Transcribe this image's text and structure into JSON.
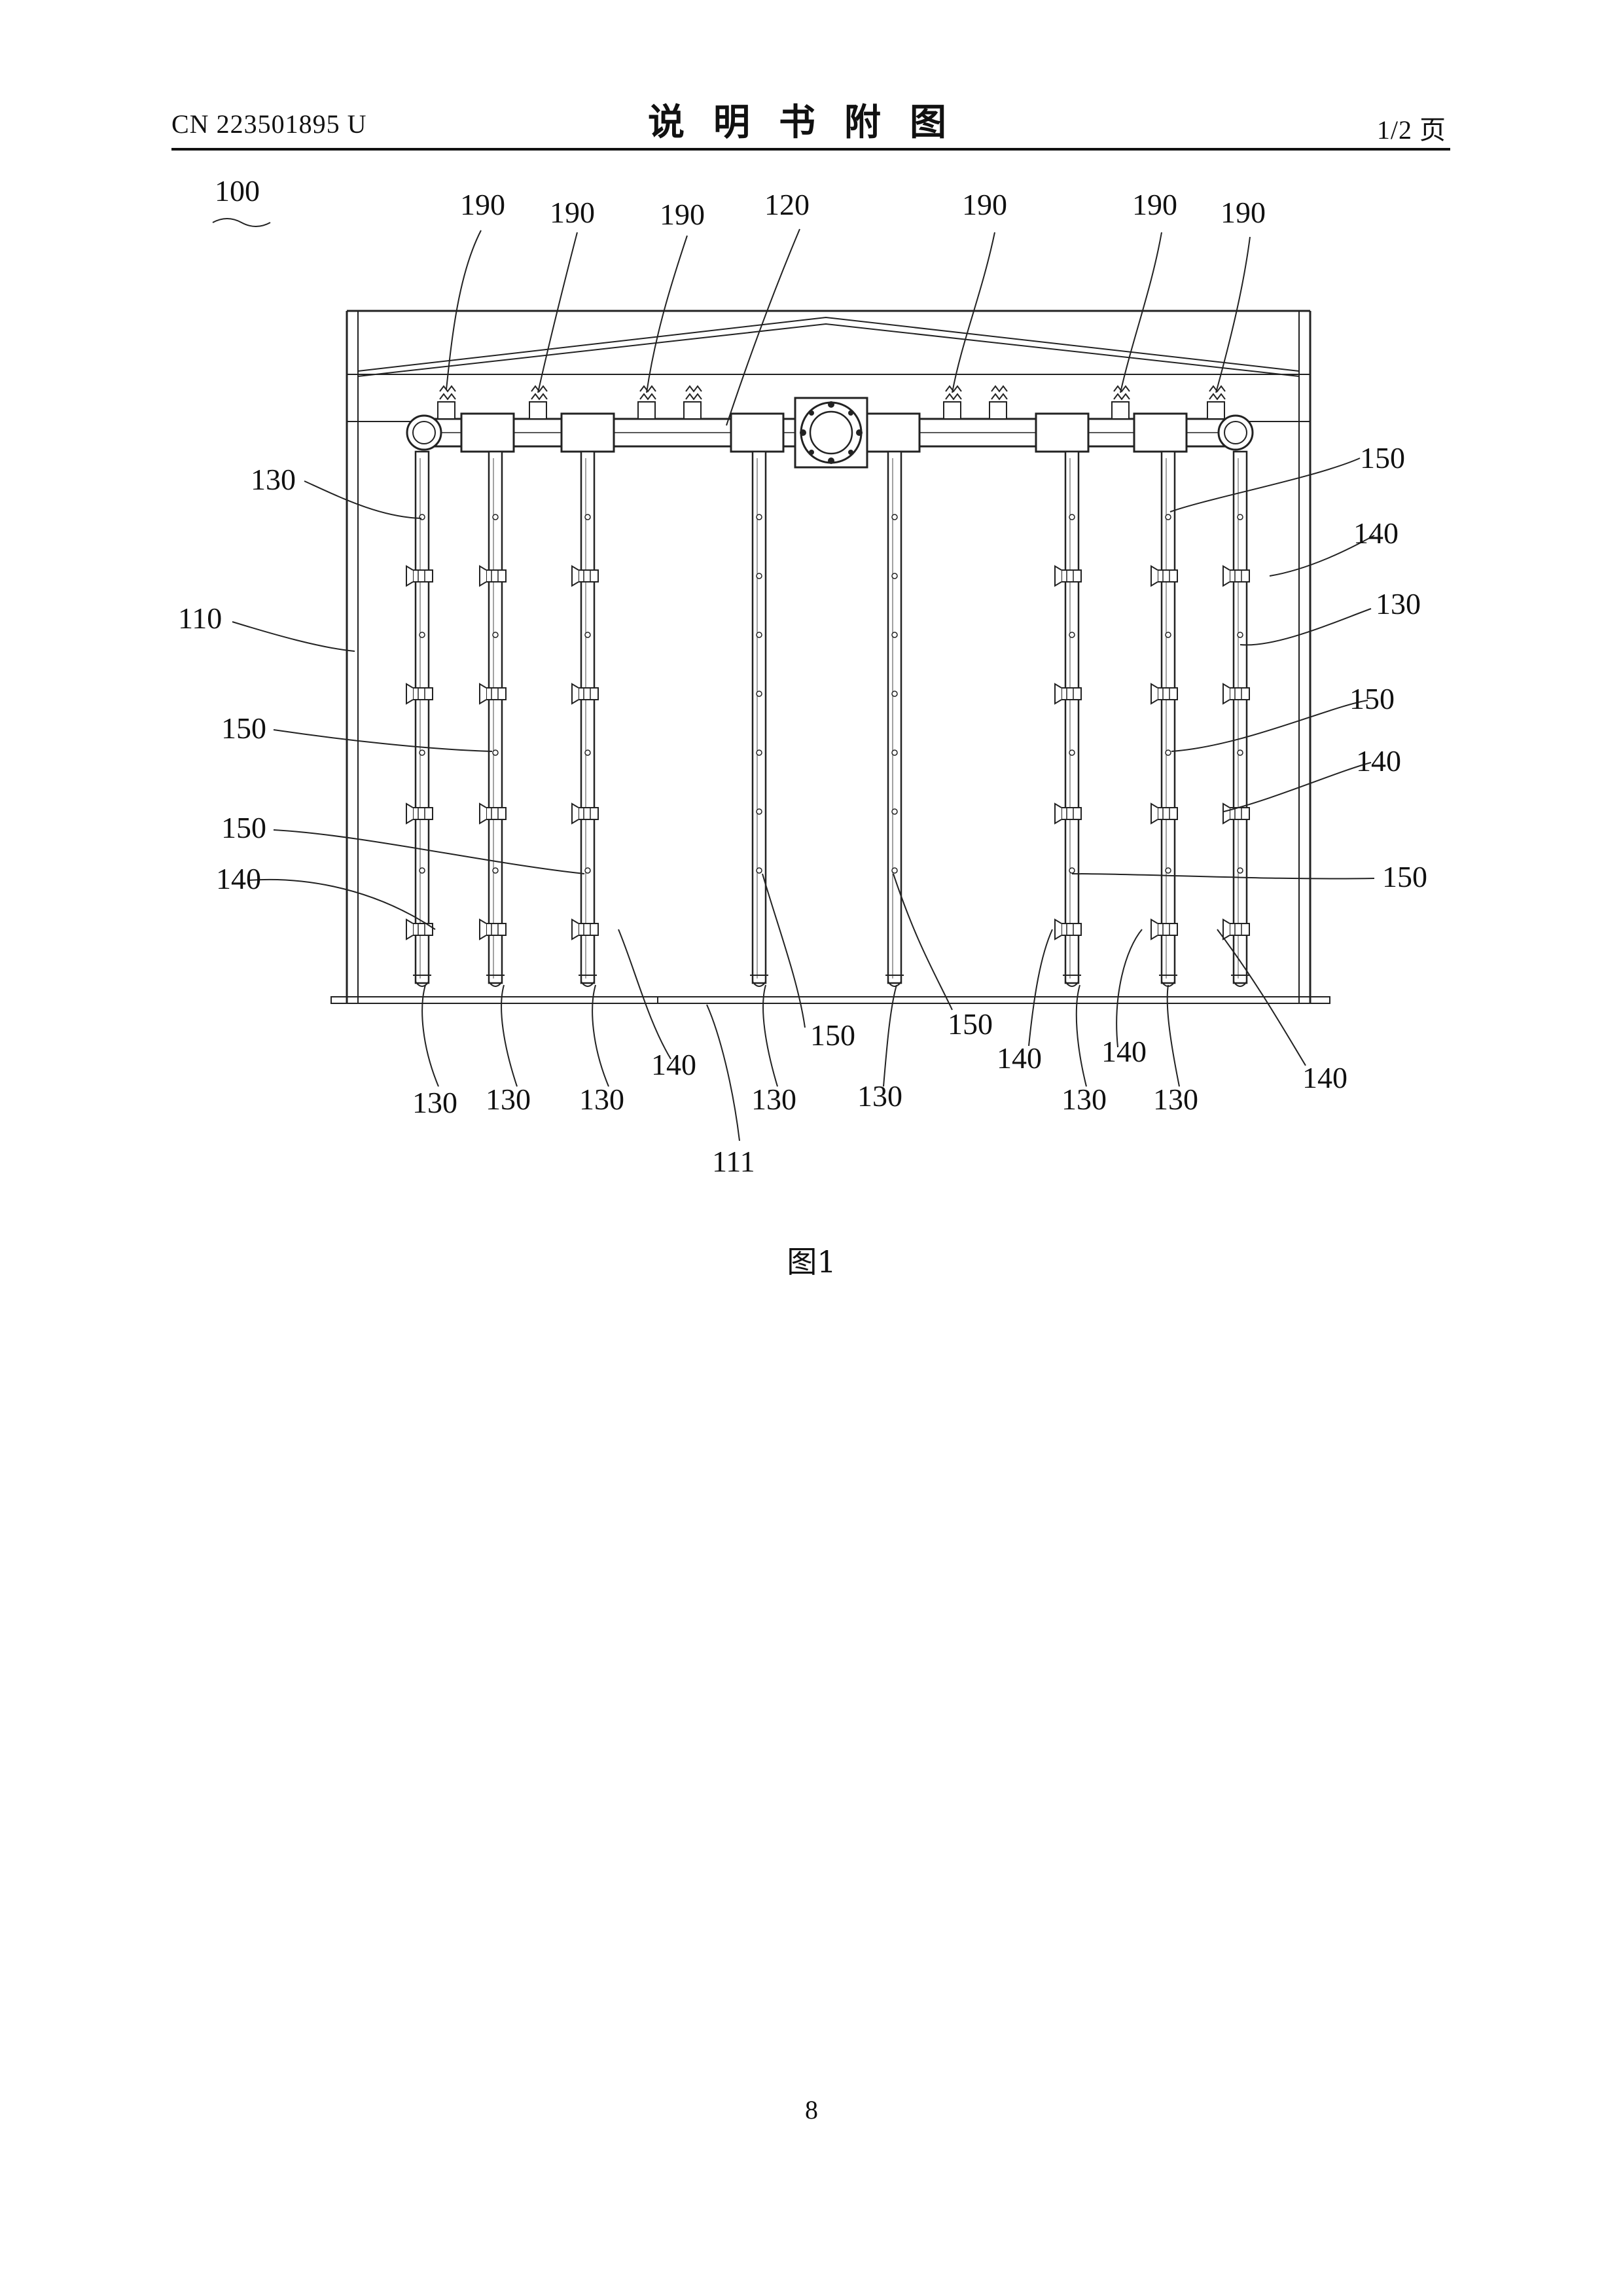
{
  "header": {
    "doc_number": "CN 223501895 U",
    "title": "说明书附图",
    "page_of": "1/2 页"
  },
  "figure": {
    "caption": "图1",
    "labels": {
      "l100": "100",
      "l190_1": "190",
      "l190_2": "190",
      "l190_3": "190",
      "l120": "120",
      "l190_4": "190",
      "l190_5": "190",
      "l190_6": "190",
      "l130_left": "130",
      "l150_right_top": "150",
      "l140_right_1": "140",
      "l110": "110",
      "l130_right": "130",
      "l150_left_1": "150",
      "l150_right_2": "150",
      "l140_right_2": "140",
      "l150_left_2": "150",
      "l150_right_3": "150",
      "l140_left": "140",
      "l150_b1": "150",
      "l150_b2": "150",
      "l140_b1": "140",
      "l140_b2": "140",
      "l140_b3": "140",
      "l140_b4": "140",
      "l130_b1": "130",
      "l130_b2": "130",
      "l130_b3": "130",
      "l130_b4": "130",
      "l130_b5": "130",
      "l130_b6": "130",
      "l130_b7": "130",
      "l111": "111"
    }
  },
  "footer": {
    "page_number": "8"
  }
}
